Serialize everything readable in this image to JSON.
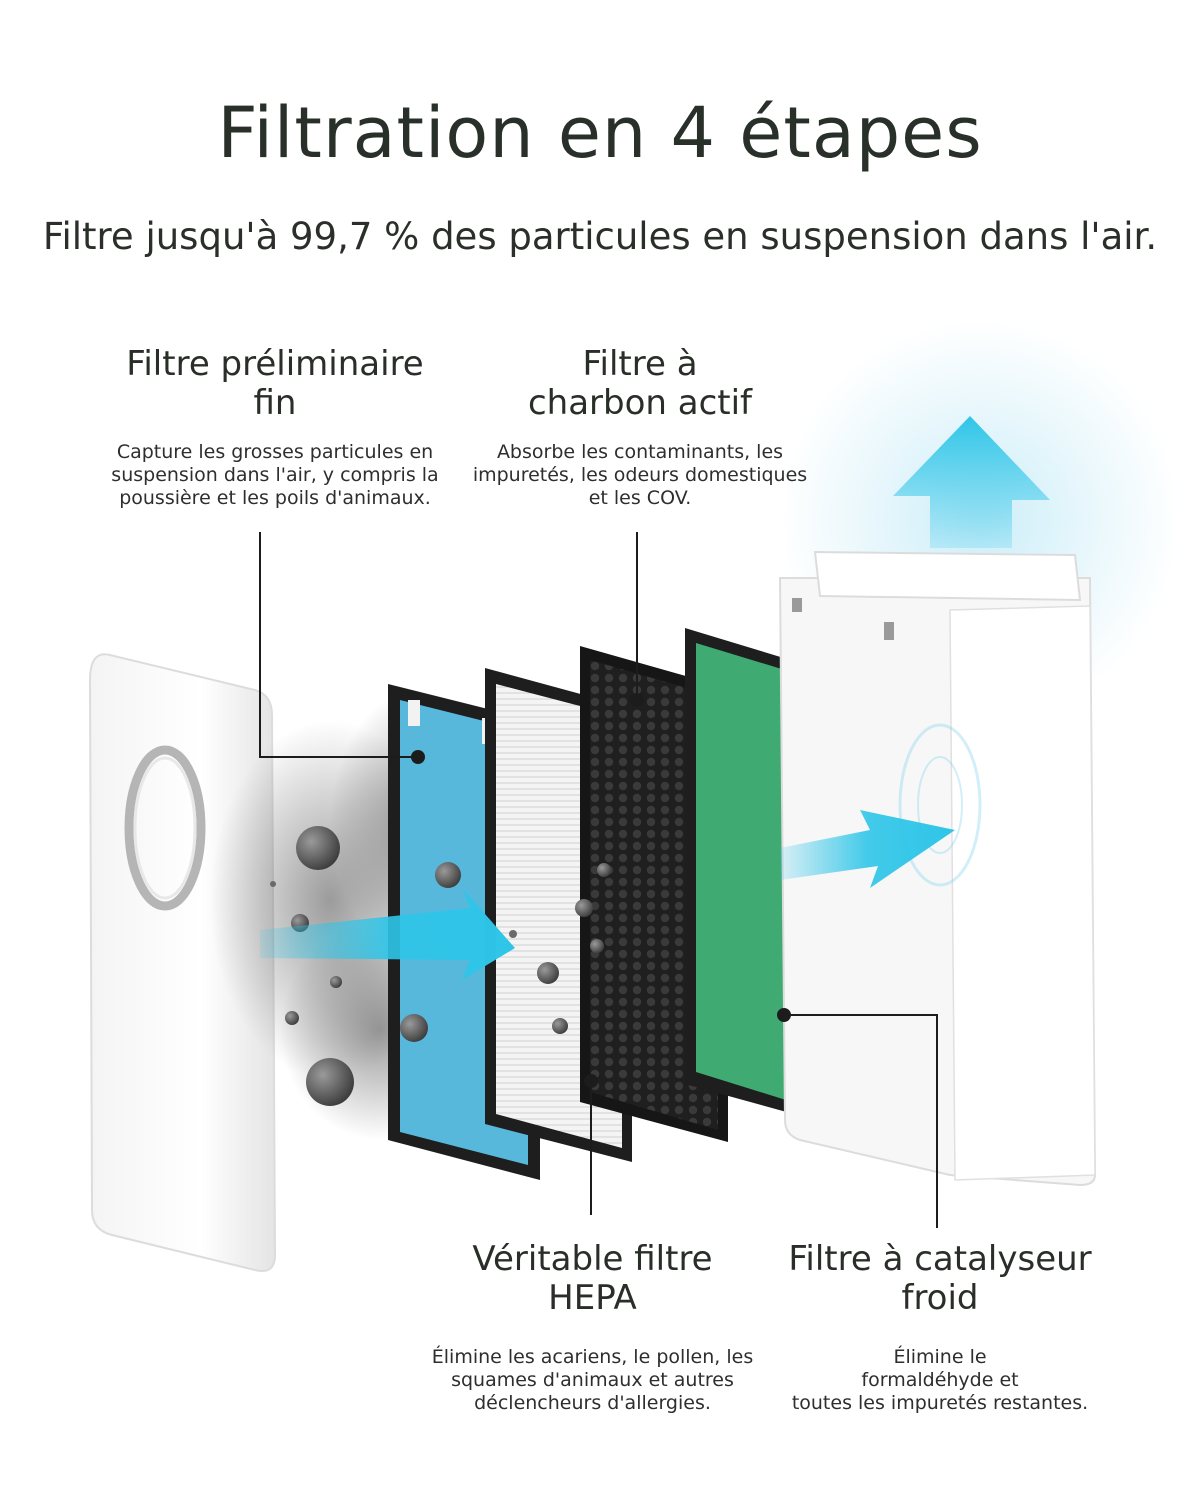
{
  "header": {
    "title": "Filtration en 4 étapes",
    "subtitle": "Filtre jusqu'à 99,7 % des particules en suspension dans l'air."
  },
  "filters": [
    {
      "title": "Filtre préliminaire\nfin",
      "description": "Capture les grosses particules en\nsuspension dans l'air, y compris la\npoussière et les poils d'animaux.",
      "color": "#4fb3d9"
    },
    {
      "title": "Filtre à\ncharbon actif",
      "description": "Absorbe les contaminants, les\nimpuretés, les odeurs domestiques\net les COV.",
      "color": "#2a2a2a"
    },
    {
      "title": "Véritable filtre\nHEPA",
      "description": "Élimine les acariens, le pollen, les\nsquames d'animaux et autres\ndéclencheurs d'allergies.",
      "color": "#f2f2f2"
    },
    {
      "title": "Filtre à catalyseur\nfroid",
      "description": "Élimine le\nformaldéhyde et\ntoutes les impuretés restantes.",
      "color": "#3faa72"
    }
  ],
  "icons": [
    "airflow-arrow-icon",
    "particle-icon"
  ],
  "colors": {
    "text": "#29302a",
    "airflow": "#2ec5e8",
    "frame": "#1e1e1e"
  }
}
